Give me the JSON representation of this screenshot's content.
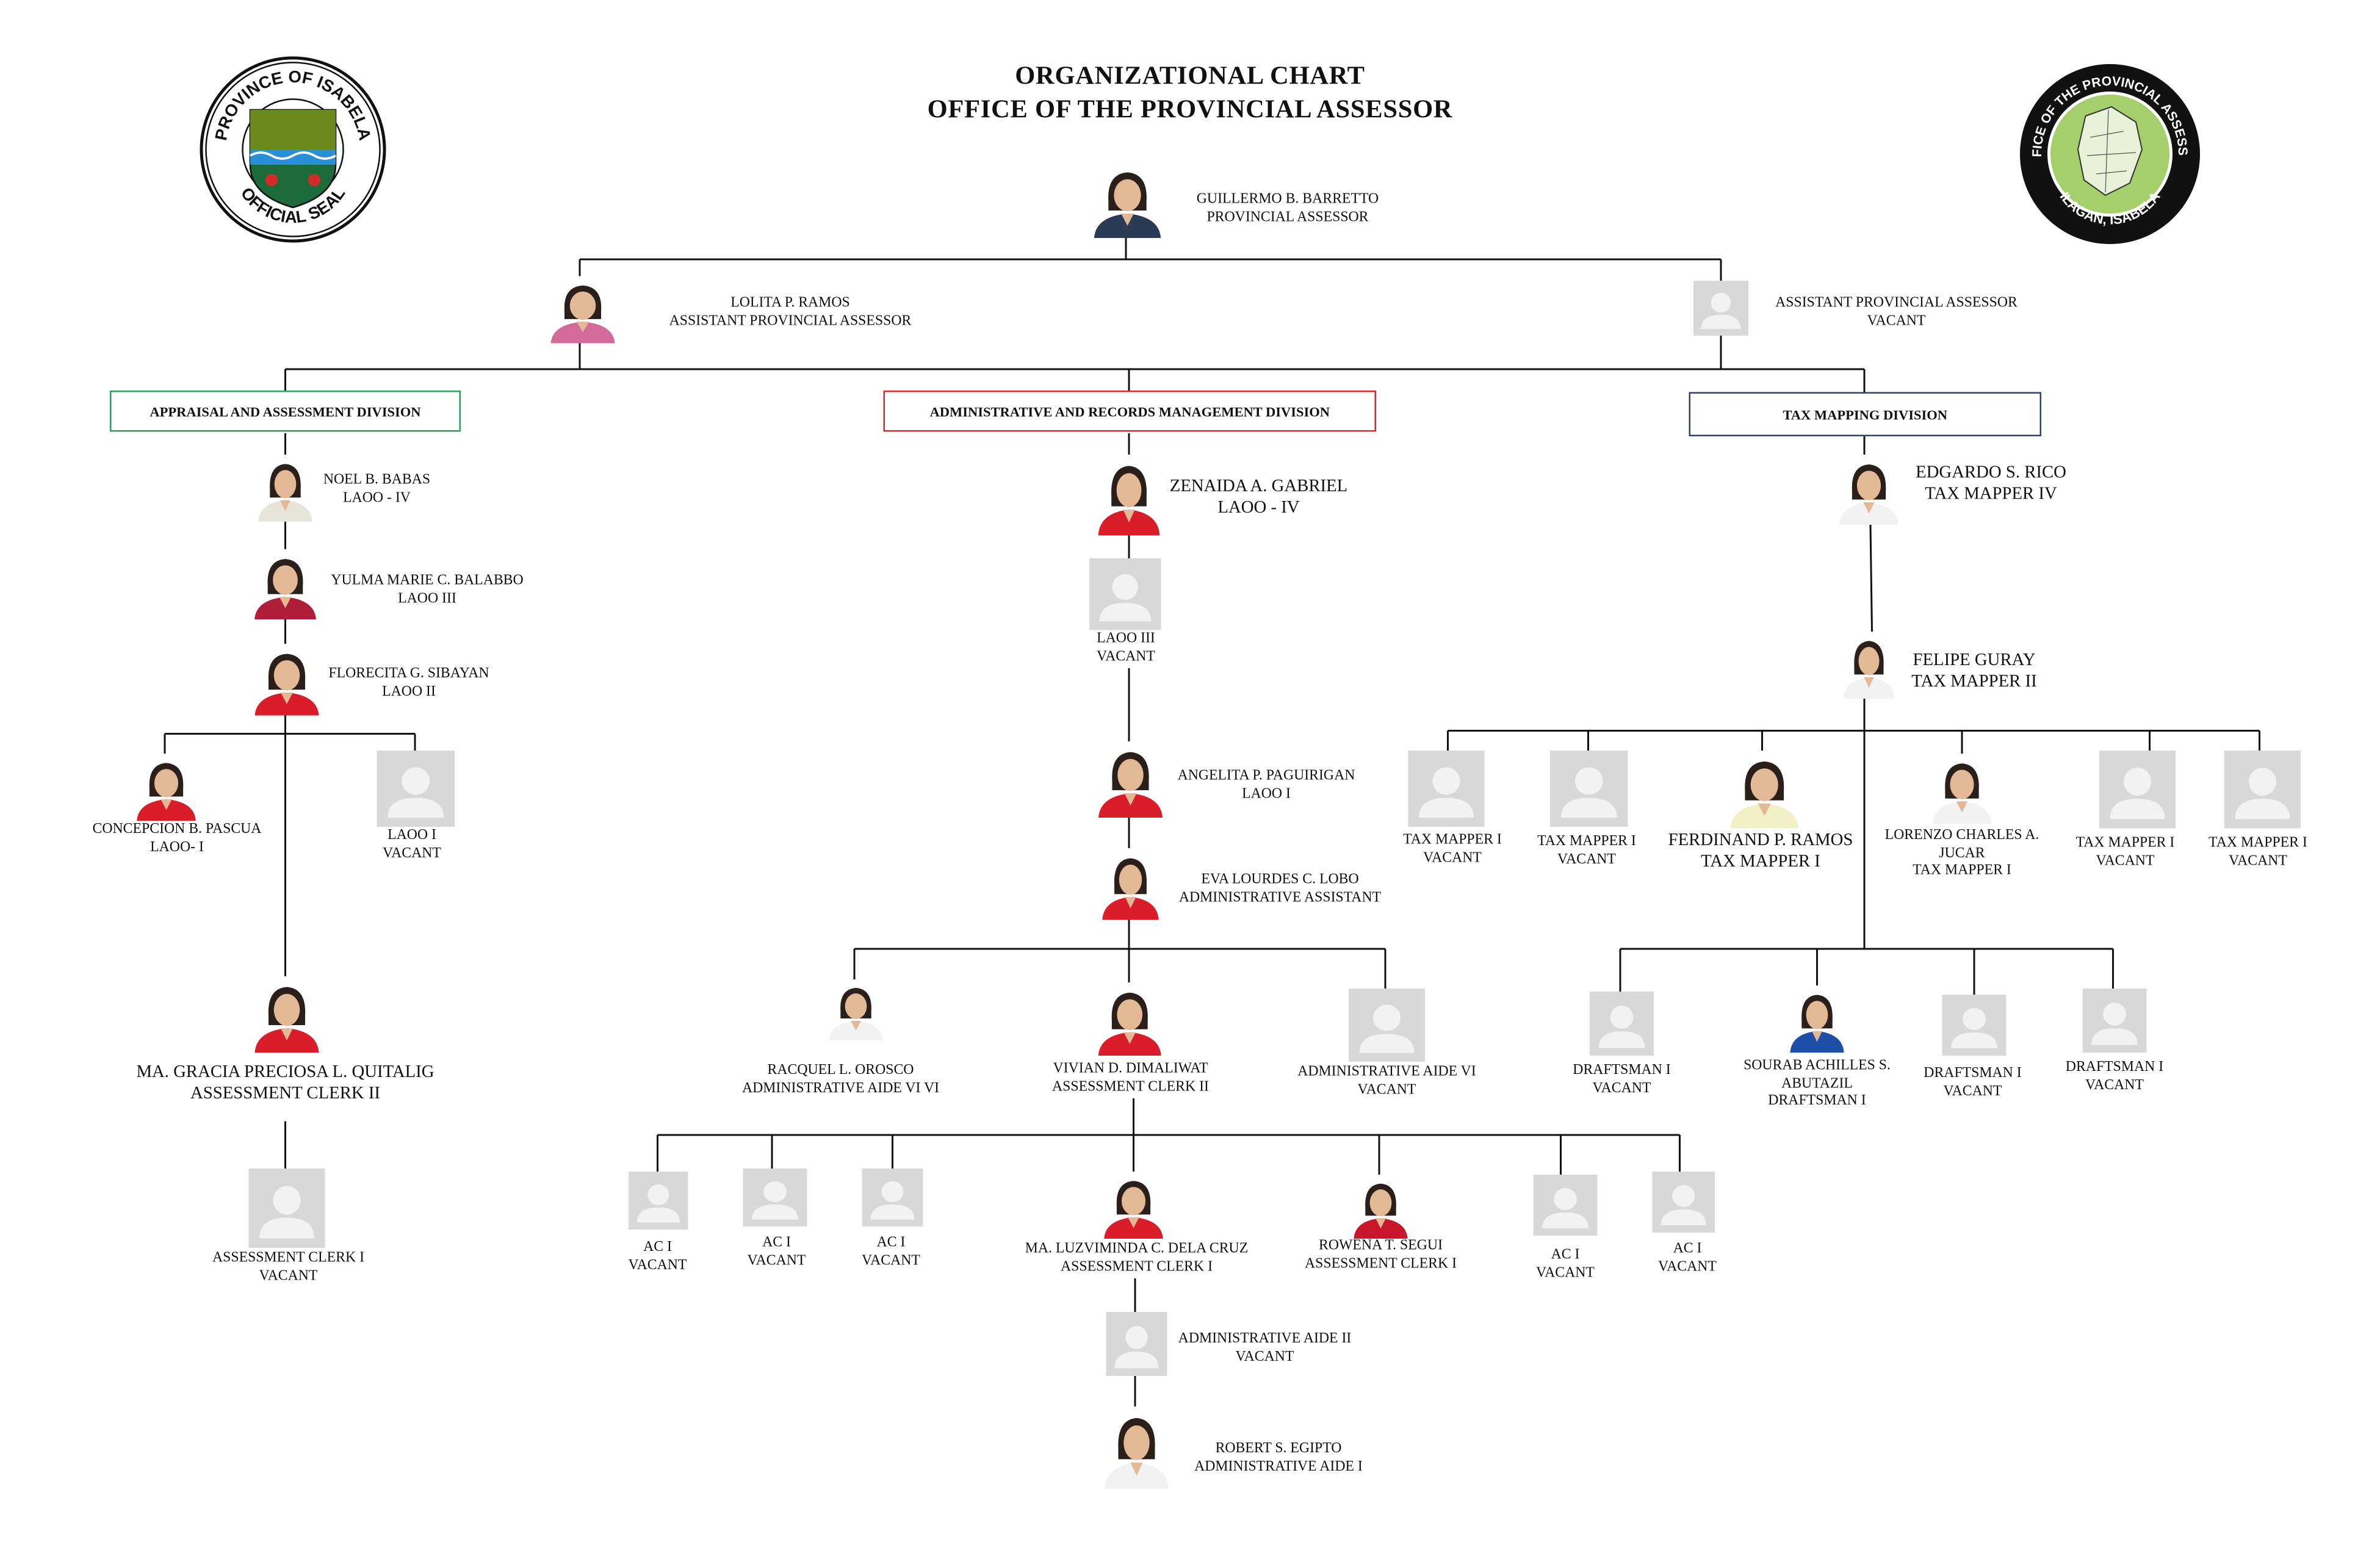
{
  "title": {
    "line1": "ORGANIZATIONAL CHART",
    "line2": "OFFICE OF THE PROVINCIAL ASSESSOR"
  },
  "colors": {
    "appraisal_border": "#2e9e5e",
    "admin_border": "#d42a2a",
    "taxmap_border": "#2d4468",
    "line": "#111111",
    "placeholder_bg": "#d8d8d8",
    "placeholder_fg": "#f2f2f2",
    "red_blouse": "#d91e2a",
    "seal_green": "#1d6b3a",
    "seal_right_green": "#a4cf6a"
  },
  "seals": {
    "left": {
      "text_top": "PROVINCE OF ISABELA",
      "text_bottom": "OFFICIAL SEAL"
    },
    "right": {
      "text_top": "OFFICE OF THE PROVINCIAL ASSESSOR",
      "text_bottom": "ILAGAN, ISABELA"
    }
  },
  "divisions": {
    "appraisal": "APPRAISAL AND ASSESSMENT DIVISION",
    "admin": "ADMINISTRATIVE AND RECORDS MANAGEMENT DIVISION",
    "taxmap": "TAX MAPPING DIVISION"
  },
  "people": {
    "barretto": {
      "name": "GUILLERMO B. BARRETTO",
      "role": "PROVINCIAL ASSESSOR"
    },
    "ramos": {
      "name": "LOLITA P. RAMOS",
      "role": "ASSISTANT PROVINCIAL ASSESSOR"
    },
    "apa_vacant": {
      "name": "ASSISTANT PROVINCIAL ASSESSOR",
      "role": "VACANT"
    },
    "babas": {
      "name": "NOEL B. BABAS",
      "role": "LAOO - IV"
    },
    "balabbo": {
      "name": "YULMA MARIE C. BALABBO",
      "role": "LAOO III"
    },
    "sibayan": {
      "name": "FLORECITA G. SIBAYAN",
      "role": "LAOO II"
    },
    "pascua": {
      "name": "CONCEPCION B. PASCUA",
      "role": "LAOO- I"
    },
    "laoo1_vacant": {
      "name": "LAOO I",
      "role": "VACANT"
    },
    "quitalig": {
      "name": "MA. GRACIA PRECIOSA L. QUITALIG",
      "role": "ASSESSMENT CLERK II"
    },
    "ac1_vacant_left": {
      "name": "ASSESSMENT CLERK  I",
      "role": "VACANT"
    },
    "gabriel": {
      "name": "ZENAIDA A. GABRIEL",
      "role": "LAOO - IV"
    },
    "laoo3_vacant": {
      "name": "LAOO III",
      "role": "VACANT"
    },
    "paguirigan": {
      "name": "ANGELITA P. PAGUIRIGAN",
      "role": "LAOO I"
    },
    "lobo": {
      "name": "EVA LOURDES C. LOBO",
      "role": "ADMINISTRATIVE ASSISTANT"
    },
    "orosco": {
      "name": "RACQUEL L. OROSCO",
      "role": "ADMINISTRATIVE AIDE VI VI"
    },
    "dimaliwat": {
      "name": "VIVIAN D. DIMALIWAT",
      "role": "ASSESSMENT CLERK II"
    },
    "aa6_vacant": {
      "name": "ADMINISTRATIVE AIDE VI",
      "role": "VACANT"
    },
    "ac1_a": {
      "name": "AC I",
      "role": "VACANT"
    },
    "ac1_b": {
      "name": "AC I",
      "role": "VACANT"
    },
    "ac1_c": {
      "name": "AC I",
      "role": "VACANT"
    },
    "delacruz": {
      "name": "MA. LUZVIMINDA C. DELA CRUZ",
      "role": "ASSESSMENT CLERK I"
    },
    "segui": {
      "name": "ROWENA T. SEGUI",
      "role": "ASSESSMENT CLERK I"
    },
    "ac1_d": {
      "name": "AC I",
      "role": "VACANT"
    },
    "ac1_e": {
      "name": "AC I",
      "role": "VACANT"
    },
    "aa2_vacant": {
      "name": "ADMINISTRATIVE AIDE II",
      "role": "VACANT"
    },
    "egipto": {
      "name": "ROBERT S. EGIPTO",
      "role": "ADMINISTRATIVE AIDE I"
    },
    "rico": {
      "name": "EDGARDO S. RICO",
      "role": "TAX MAPPER IV"
    },
    "guray": {
      "name": "FELIPE GURAY",
      "role": "TAX MAPPER II"
    },
    "tm1_a": {
      "name": "TAX MAPPER I",
      "role": "VACANT"
    },
    "tm1_b": {
      "name": "TAX MAPPER I",
      "role": "VACANT"
    },
    "fp_ramos": {
      "name": "FERDINAND P. RAMOS",
      "role": "TAX MAPPER I"
    },
    "jucar": {
      "name": "LORENZO CHARLES A.",
      "name2": "JUCAR",
      "role": "TAX MAPPER I"
    },
    "tm1_c": {
      "name": "TAX MAPPER I",
      "role": "VACANT"
    },
    "tm1_d": {
      "name": "TAX MAPPER I",
      "role": "VACANT"
    },
    "df1_a": {
      "name": "DRAFTSMAN I",
      "role": "VACANT"
    },
    "abutazil": {
      "name": "SOURAB ACHILLES S.",
      "name2": "ABUTAZIL",
      "role": "DRAFTSMAN I"
    },
    "df1_b": {
      "name": "DRAFTSMAN I",
      "role": "VACANT"
    },
    "df1_c": {
      "name": "DRAFTSMAN I",
      "role": "VACANT"
    }
  }
}
